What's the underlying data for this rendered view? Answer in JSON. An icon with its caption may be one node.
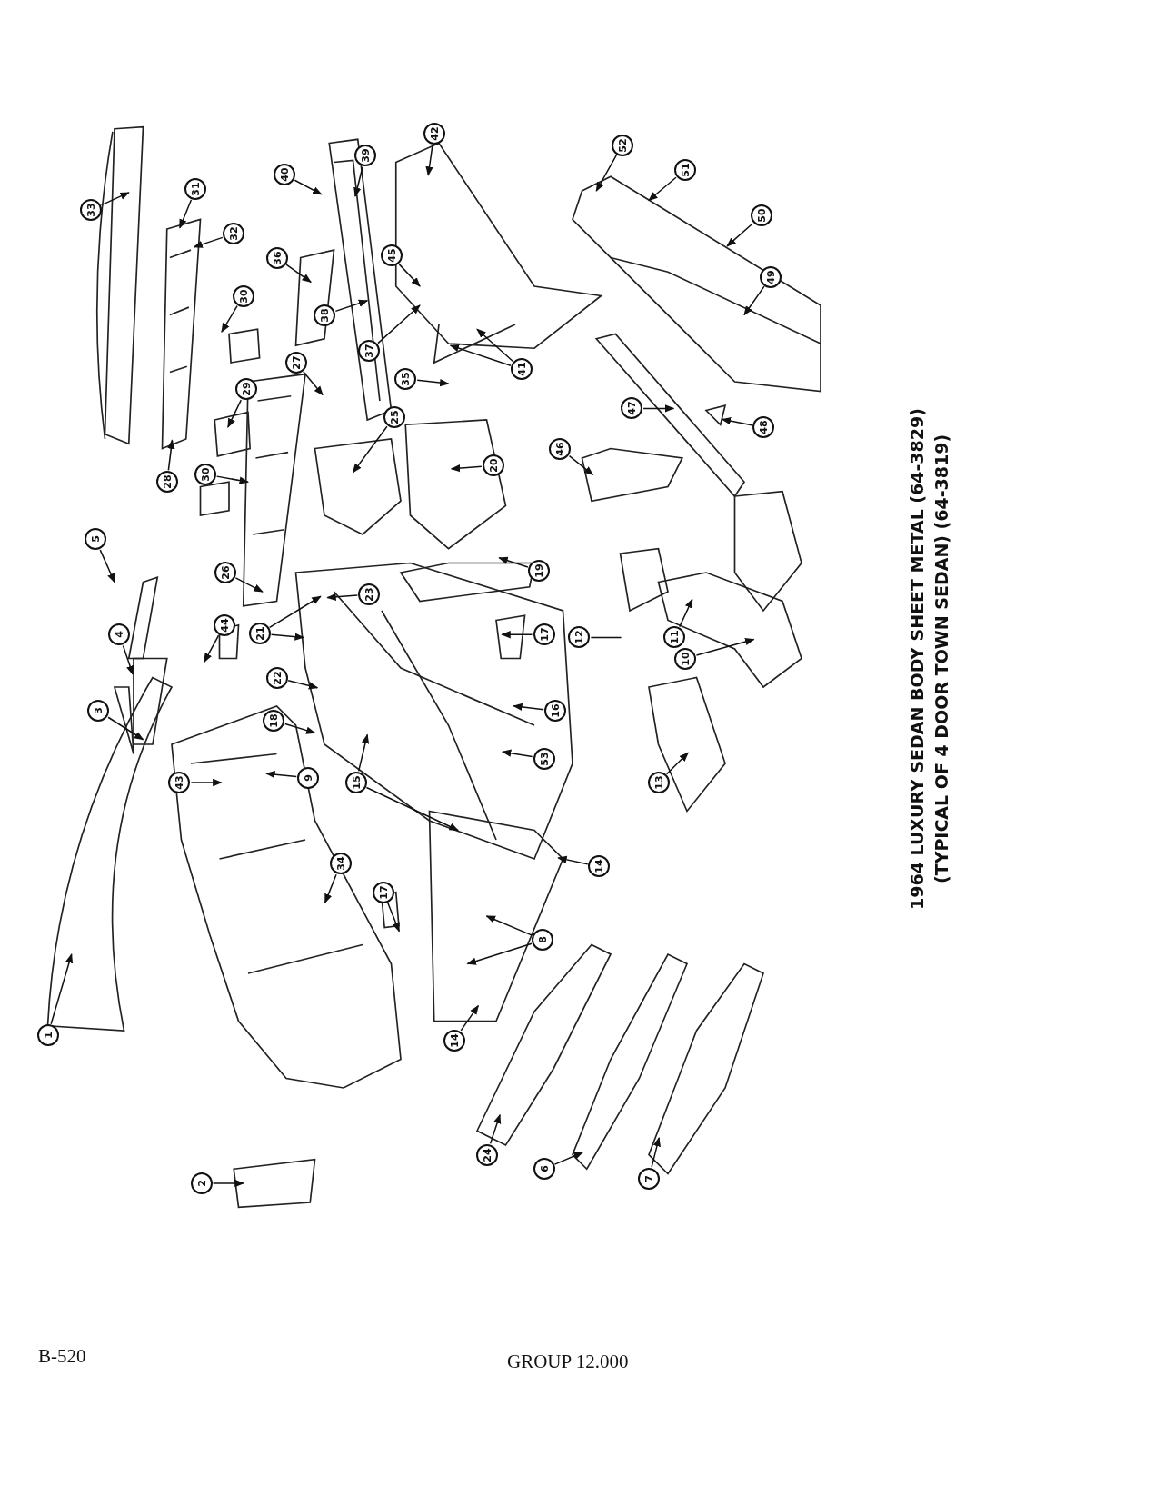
{
  "diagram": {
    "title": "1964 LUXURY SEDAN BODY SHEET METAL (64-3829)",
    "nodes": [
      {
        "text": [
          "33"
        ]
      },
      {
        "text": [
          "31"
        ]
      },
      {
        "text": [
          "32"
        ]
      },
      {
        "text": [
          "36"
        ]
      },
      {
        "text": [
          "30"
        ]
      },
      {
        "text": [
          "27"
        ]
      },
      {
        "text": [
          "29"
        ]
      },
      {
        "text": [
          "28"
        ]
      },
      {
        "text": [
          "30"
        ]
      },
      {
        "text": [
          "40"
        ]
      },
      {
        "text": [
          "39"
        ]
      },
      {
        "text": [
          "42"
        ]
      },
      {
        "text": [
          "45"
        ]
      },
      {
        "text": [
          "38"
        ]
      },
      {
        "text": [
          "37"
        ]
      },
      {
        "text": [
          "35"
        ]
      },
      {
        "text": [
          "41"
        ]
      },
      {
        "text": [
          "52"
        ]
      },
      {
        "text": [
          "51"
        ]
      },
      {
        "text": [
          "50"
        ]
      },
      {
        "text": [
          "49"
        ]
      },
      {
        "text": [
          "47"
        ]
      },
      {
        "text": [
          "48"
        ]
      },
      {
        "text": [
          "46"
        ]
      },
      {
        "text": [
          "25"
        ]
      },
      {
        "text": [
          "20"
        ]
      },
      {
        "text": [
          "5"
        ]
      },
      {
        "text": [
          "4"
        ]
      },
      {
        "text": [
          "3"
        ]
      },
      {
        "text": [
          "26"
        ]
      },
      {
        "text": [
          "44"
        ]
      },
      {
        "text": [
          "21"
        ]
      },
      {
        "text": [
          "23"
        ]
      },
      {
        "text": [
          "19"
        ]
      },
      {
        "text": [
          "17"
        ]
      },
      {
        "text": [
          "12"
        ]
      },
      {
        "text": [
          "11"
        ]
      },
      {
        "text": [
          "10"
        ]
      },
      {
        "text": [
          "22"
        ]
      },
      {
        "text": [
          "18"
        ]
      },
      {
        "text": [
          "15"
        ]
      },
      {
        "text": [
          "16"
        ]
      },
      {
        "text": [
          "53"
        ]
      },
      {
        "text": [
          "13"
        ]
      },
      {
        "text": [
          "43"
        ]
      },
      {
        "text": [
          "9"
        ]
      },
      {
        "text": [
          "34"
        ]
      },
      {
        "text": [
          "17"
        ]
      },
      {
        "text": [
          "14"
        ]
      },
      {
        "text": [
          "8"
        ]
      },
      {
        "text": [
          "14"
        ]
      },
      {
        "text": [
          "1"
        ]
      },
      {
        "text": [
          "24"
        ]
      },
      {
        "text": [
          "6"
        ]
      },
      {
        "text": [
          "7"
        ]
      },
      {
        "text": [
          "2"
        ]
      }
    ],
    "edges": [
      {
        "from": 0,
        "to": null,
        "arrow": "to"
      },
      {
        "from": 1,
        "to": null,
        "arrow": "to"
      },
      {
        "from": 2,
        "to": null,
        "arrow": "to"
      },
      {
        "from": 3,
        "to": null,
        "arrow": "to"
      },
      {
        "from": 4,
        "to": null,
        "arrow": "to"
      },
      {
        "from": 5,
        "to": null,
        "arrow": "to"
      },
      {
        "from": 6,
        "to": null,
        "arrow": "to"
      },
      {
        "from": 7,
        "to": null,
        "arrow": "to"
      },
      {
        "from": 8,
        "to": null,
        "arrow": "to"
      },
      {
        "from": 9,
        "to": null,
        "arrow": "to"
      },
      {
        "from": 10,
        "to": null,
        "arrow": "to"
      },
      {
        "from": 11,
        "to": null,
        "arrow": "to"
      },
      {
        "from": 12,
        "to": null,
        "arrow": "to"
      },
      {
        "from": 13,
        "to": null,
        "arrow": "to"
      },
      {
        "from": 14,
        "to": null,
        "arrow": "to"
      },
      {
        "from": 15,
        "to": null,
        "arrow": "to"
      },
      {
        "from": 16,
        "to": null,
        "arrow": "to"
      },
      {
        "from": 16,
        "to": null,
        "arrow": "to"
      },
      {
        "from": 17,
        "to": null,
        "arrow": "to"
      },
      {
        "from": 18,
        "to": null,
        "arrow": "to"
      },
      {
        "from": 19,
        "to": null,
        "arrow": "to"
      },
      {
        "from": 20,
        "to": null,
        "arrow": "to"
      },
      {
        "from": 21,
        "to": null,
        "arrow": "to"
      },
      {
        "from": 22,
        "to": null,
        "arrow": "to"
      },
      {
        "from": 23,
        "to": null,
        "arrow": "to"
      },
      {
        "from": 24,
        "to": null,
        "arrow": "to"
      },
      {
        "from": 25,
        "to": null,
        "arrow": "to"
      },
      {
        "from": 26,
        "to": null,
        "arrow": "to"
      },
      {
        "from": 27,
        "to": null,
        "arrow": "to"
      },
      {
        "from": 28,
        "to": null,
        "arrow": "to"
      },
      {
        "from": 29,
        "to": null,
        "arrow": "to"
      },
      {
        "from": 30,
        "to": null,
        "arrow": "to"
      },
      {
        "from": 31,
        "to": null,
        "arrow": "to"
      },
      {
        "from": 31,
        "to": null,
        "arrow": "to"
      },
      {
        "from": 32,
        "to": null,
        "arrow": "to"
      },
      {
        "from": 33,
        "to": null,
        "arrow": "to"
      },
      {
        "from": 34,
        "to": null,
        "arrow": "to"
      },
      {
        "from": 35,
        "to": null,
        "arrow": "none"
      },
      {
        "from": 36,
        "to": null,
        "arrow": "to"
      },
      {
        "from": 37,
        "to": null,
        "arrow": "to"
      },
      {
        "from": 38,
        "to": null,
        "arrow": "to"
      },
      {
        "from": 39,
        "to": null,
        "arrow": "to"
      },
      {
        "from": 40,
        "to": null,
        "arrow": "to"
      },
      {
        "from": 40,
        "to": null,
        "arrow": "to"
      },
      {
        "from": 41,
        "to": null,
        "arrow": "to"
      },
      {
        "from": 42,
        "to": null,
        "arrow": "to"
      },
      {
        "from": 43,
        "to": null,
        "arrow": "to"
      },
      {
        "from": 44,
        "to": null,
        "arrow": "to"
      },
      {
        "from": 45,
        "to": null,
        "arrow": "to"
      },
      {
        "from": 46,
        "to": null,
        "arrow": "to"
      },
      {
        "from": 47,
        "to": null,
        "arrow": "to"
      },
      {
        "from": 48,
        "to": null,
        "arrow": "to"
      },
      {
        "from": 49,
        "to": null,
        "arrow": "to"
      },
      {
        "from": 49,
        "to": null,
        "arrow": "to"
      },
      {
        "from": 50,
        "to": null,
        "arrow": "to"
      },
      {
        "from": 51,
        "to": null,
        "arrow": "to"
      },
      {
        "from": 52,
        "to": null,
        "arrow": "to"
      },
      {
        "from": 53,
        "to": null,
        "arrow": "to"
      },
      {
        "from": 54,
        "to": null,
        "arrow": "to"
      },
      {
        "from": 55,
        "to": null,
        "arrow": "to"
      }
    ],
    "labels": [
      "(TYPICAL OF 4 DOOR TOWN SEDAN) (64-3819)",
      "B-520",
      "GROUP 12.000"
    ]
  }
}
